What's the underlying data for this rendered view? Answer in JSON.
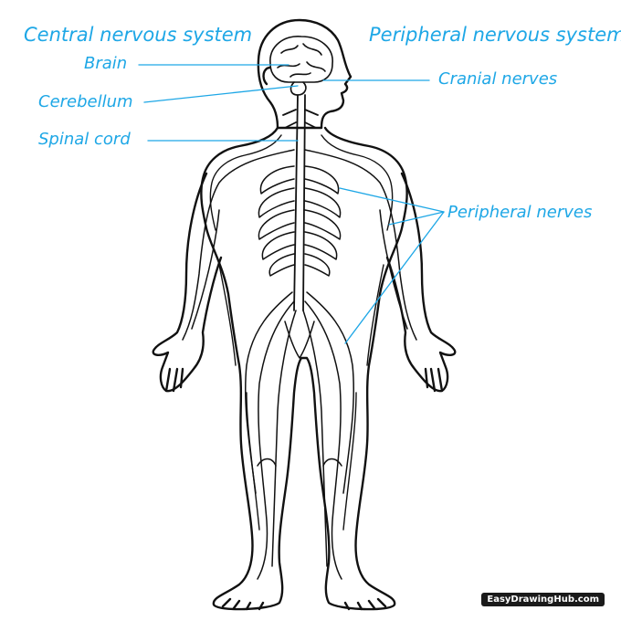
{
  "headings": {
    "central": "Central nervous system",
    "peripheral": "Peripheral nervous system"
  },
  "labels": {
    "brain": "Brain",
    "cerebellum": "Cerebellum",
    "spinal_cord": "Spinal cord",
    "cranial_nerves": "Cranial nerves",
    "peripheral_nerves": "Peripheral nerves"
  },
  "watermark": "EasyDrawingHub.com",
  "colors": {
    "label": "#1ea7e6",
    "outline": "#111111"
  }
}
